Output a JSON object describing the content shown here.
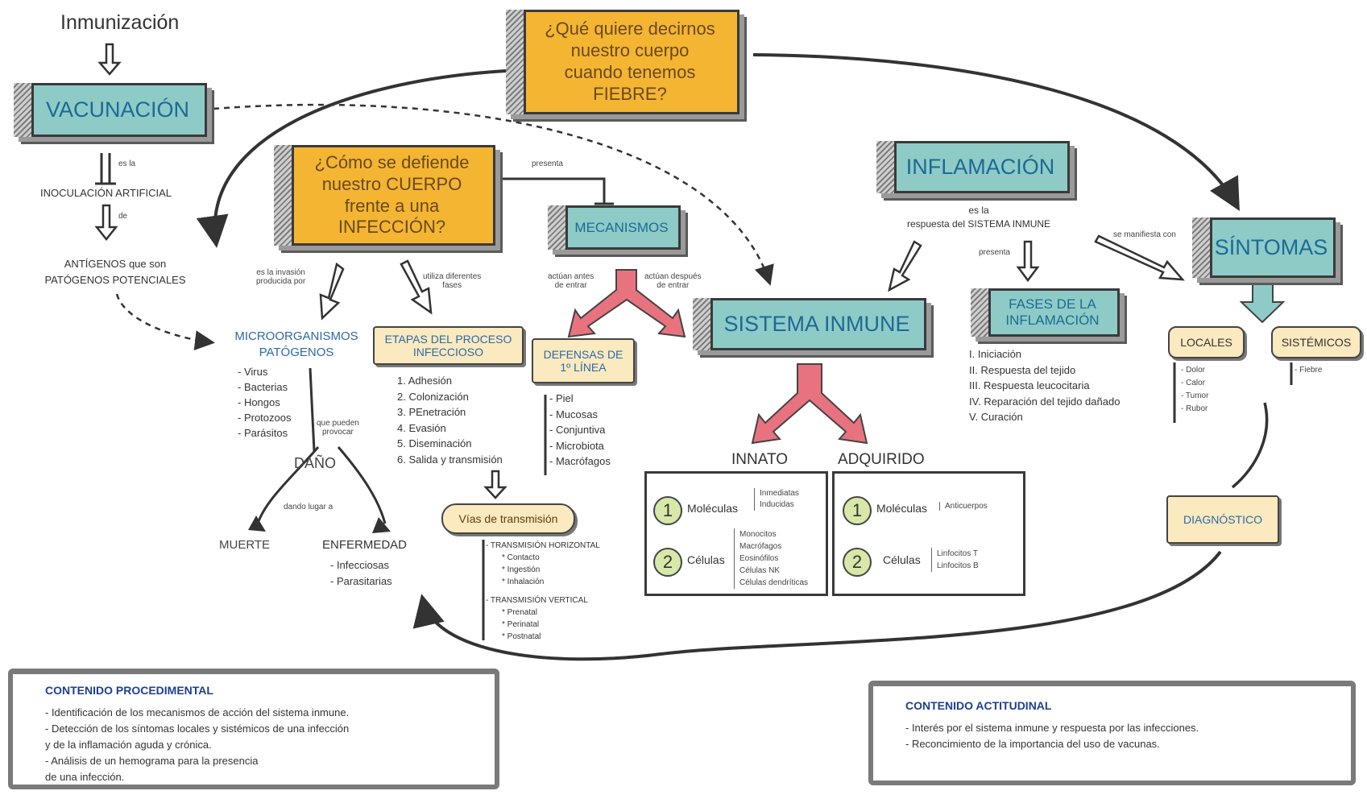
{
  "top_label": "Inmunización",
  "vacunacion": "VACUNACIÓN",
  "vac_es_la": "es la",
  "inoculacion": "INOCULACIÓN ARTIFICIAL",
  "vac_de": "de",
  "antigenos": [
    "ANTÍGENOS que son",
    "PATÓGENOS POTENCIALES"
  ],
  "fiebre_question": [
    "¿Qué quiere decirnos",
    "nuestro cuerpo",
    "cuando tenemos",
    "FIEBRE?"
  ],
  "defiende_question": [
    "¿Cómo se defiende",
    "nuestro CUERPO",
    "frente a una",
    "INFECCIÓN?"
  ],
  "presenta": "presenta",
  "mecanismos": "MECANISMOS",
  "actuan_antes": [
    "actúan antes",
    "de entrar"
  ],
  "actuan_despues": [
    "actúan después",
    "de entrar"
  ],
  "invasion": [
    "es la invasión",
    "producida por"
  ],
  "utiliza": [
    "utiliza diferentes",
    "fases"
  ],
  "microorganismos": {
    "title": [
      "MICROORGANISMOS",
      "PATÓGENOS"
    ],
    "items": [
      "- Virus",
      "- Bacterias",
      "- Hongos",
      "- Protozoos",
      "- Parásitos"
    ]
  },
  "pueden_provocar": [
    "que pueden",
    "provocar"
  ],
  "dano": "DAÑO",
  "dando_lugar": "dando lugar a",
  "muerte": "MUERTE",
  "enfermedad": {
    "title": "ENFERMEDAD",
    "items": [
      "- Infecciosas",
      "- Parasitarias"
    ]
  },
  "etapas": {
    "title": [
      "ETAPAS DEL PROCESO",
      "INFECCIOSO"
    ],
    "items": [
      "1. Adhesión",
      "2. Colonización",
      "3. PEnetración",
      "4. Evasión",
      "5. Diseminación",
      "6. Salida y transmisión"
    ]
  },
  "vias": "Vías de transmisión",
  "transmision": {
    "horizontal": "- TRANSMISIÓN HORIZONTAL",
    "horizontal_items": [
      "* Contacto",
      "* Ingestión",
      "* Inhalación"
    ],
    "vertical": "- TRANSMISIÓN VERTICAL",
    "vertical_items": [
      "* Prenatal",
      "* Perinatal",
      "* Postnatal"
    ]
  },
  "defensas": {
    "title": [
      "DEFENSAS DE",
      "1º LÍNEA"
    ],
    "items": [
      "- Piel",
      "- Mucosas",
      "- Conjuntiva",
      "- Microbiota",
      "- Macrófagos"
    ]
  },
  "sistema_inmune": "SISTEMA INMUNE",
  "innato": {
    "title": "INNATO",
    "moleculas": "Moléculas",
    "moleculas_items": [
      "Inmediatas",
      "Inducidas"
    ],
    "celulas": "Células",
    "celulas_items": [
      "Monocitos",
      "Macrófagos",
      "Eosinófilos",
      "Células NK",
      "Células dendríticas"
    ]
  },
  "adquirido": {
    "title": "ADQUIRIDO",
    "moleculas": "Moléculas",
    "moleculas_items": [
      "Anticuerpos"
    ],
    "celulas": "Células",
    "celulas_items": [
      "Linfocitos T",
      "Linfocitos B"
    ]
  },
  "num_1": "1",
  "num_2": "2",
  "inflamacion": "INFLAMACIÓN",
  "inf_es_la": [
    "es la",
    "respuesta del SISTEMA INMUNE"
  ],
  "inf_presenta": "presenta",
  "fases": {
    "title": [
      "FASES DE LA",
      "INFLAMACIÓN"
    ],
    "items": [
      "I. Iniciación",
      "II. Respuesta del tejido",
      "III. Respuesta leucocitaria",
      "IV. Reparación del tejido dañado",
      "V. Curación"
    ]
  },
  "se_manifiesta": "se manifiesta con",
  "sintomas": "SÍNTOMAS",
  "locales": {
    "title": "LOCALES",
    "items": [
      "- Dolor",
      "- Calor",
      "- Tumor",
      "- Rubor"
    ]
  },
  "sistemicos": {
    "title": "SISTÉMICOS",
    "items": [
      "- Fiebre"
    ]
  },
  "diagnostico": "DIAGNÓSTICO",
  "procedimental": {
    "title": "CONTENIDO PROCEDIMENTAL",
    "lines": [
      "- Identificación de los mecanismos de acción del sistema inmune.",
      "- Detección de los síntomas locales y sistémicos de una infección",
      "y de la inflamación aguda y crónica.",
      "- Análisis de un hemograma para la presencia",
      "de una infección."
    ]
  },
  "actitudinal": {
    "title": "CONTENIDO ACTITUDINAL",
    "lines": [
      "- Interés por el sistema inmune y respuesta por las infecciones.",
      "- Reconcimiento de la importancia del uso de vacunas."
    ]
  },
  "colors": {
    "teal": "#8ecbc6",
    "orange": "#f4b533",
    "cream": "#fbe9bf",
    "blue_text": "#2a6aa8",
    "pink_arrow": "#e8737f"
  }
}
